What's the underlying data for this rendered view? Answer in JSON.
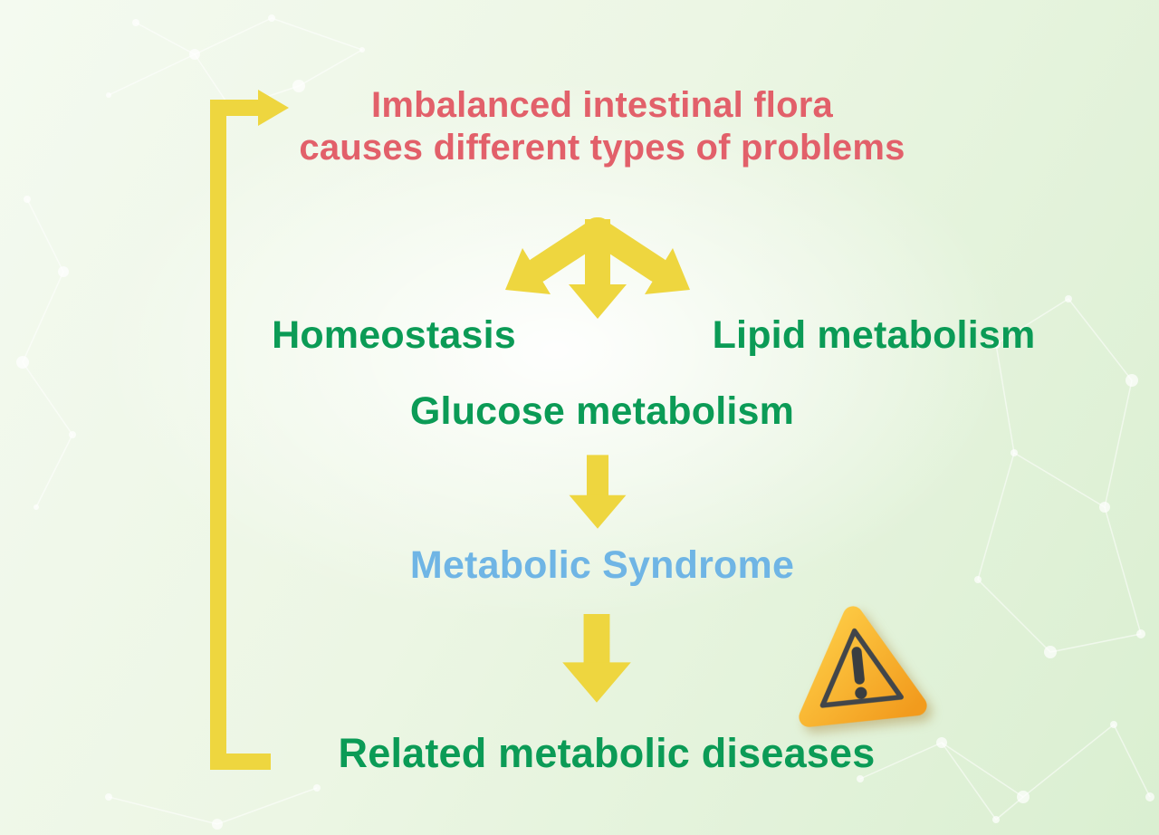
{
  "title": {
    "line1": "Imbalanced intestinal flora",
    "line2": "causes different types of problems"
  },
  "branches": {
    "left": "Homeostasis",
    "right": "Lipid metabolism",
    "center": "Glucose metabolism"
  },
  "outcome": {
    "syndrome": "Metabolic Syndrome",
    "diseases": "Related metabolic diseases"
  },
  "icons": {
    "warning": "warning-triangle-icon"
  },
  "colors": {
    "title_red": "#e2606a",
    "node_green": "#0b9b56",
    "syndrome_blue": "#6fb5e5",
    "arrow_yellow": "#eed63f",
    "warning_orange": "#f5a825",
    "background_green": "#daefd1"
  }
}
